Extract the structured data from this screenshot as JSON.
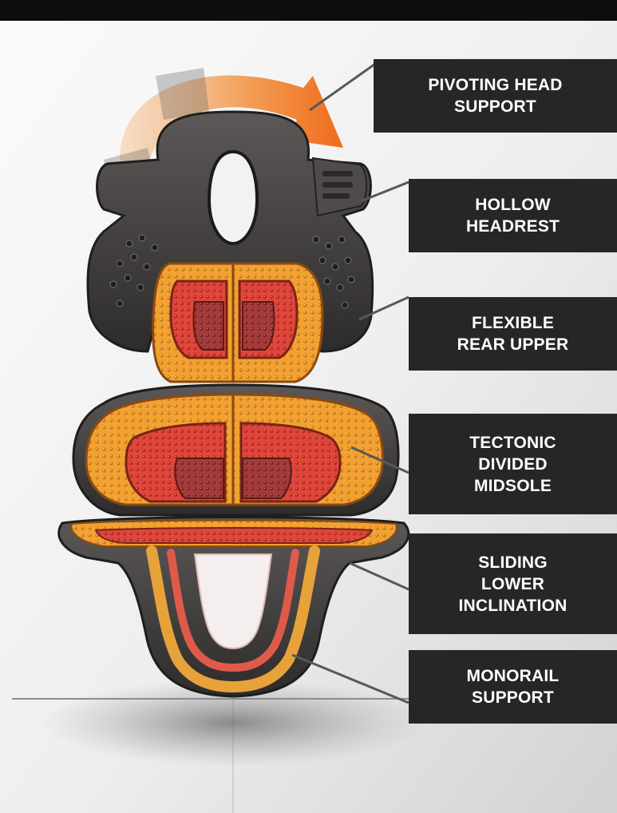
{
  "diagram": {
    "subject": "modular seat / back support assembly with labeled features",
    "colors": {
      "background_light": "#f7f7f7",
      "background_dark": "#d6d6d6",
      "frame_dark": "#3a3837",
      "cushion_orange": "#f2a030",
      "cushion_red": "#d9443a",
      "arrow_orange": "#f07a24",
      "callout_bg": "#262626",
      "callout_text": "#ffffff",
      "leader_line": "#555555"
    },
    "callouts": [
      {
        "id": "pivoting-head-support",
        "text": "PIVOTING HEAD\nSUPPORT"
      },
      {
        "id": "hollow-headrest",
        "text": "HOLLOW\nHEADREST"
      },
      {
        "id": "flexible-rear-upper",
        "text": "FLEXIBLE\nREAR UPPER"
      },
      {
        "id": "tectonic-divided-midsole",
        "text": "TECTONIC\nDIVIDED\nMIDSOLE"
      },
      {
        "id": "sliding-lower-inclination",
        "text": "SLIDING\nLOWER\nINCLINATION"
      },
      {
        "id": "monorail-support",
        "text": "MONORAIL\nSUPPORT"
      }
    ]
  }
}
